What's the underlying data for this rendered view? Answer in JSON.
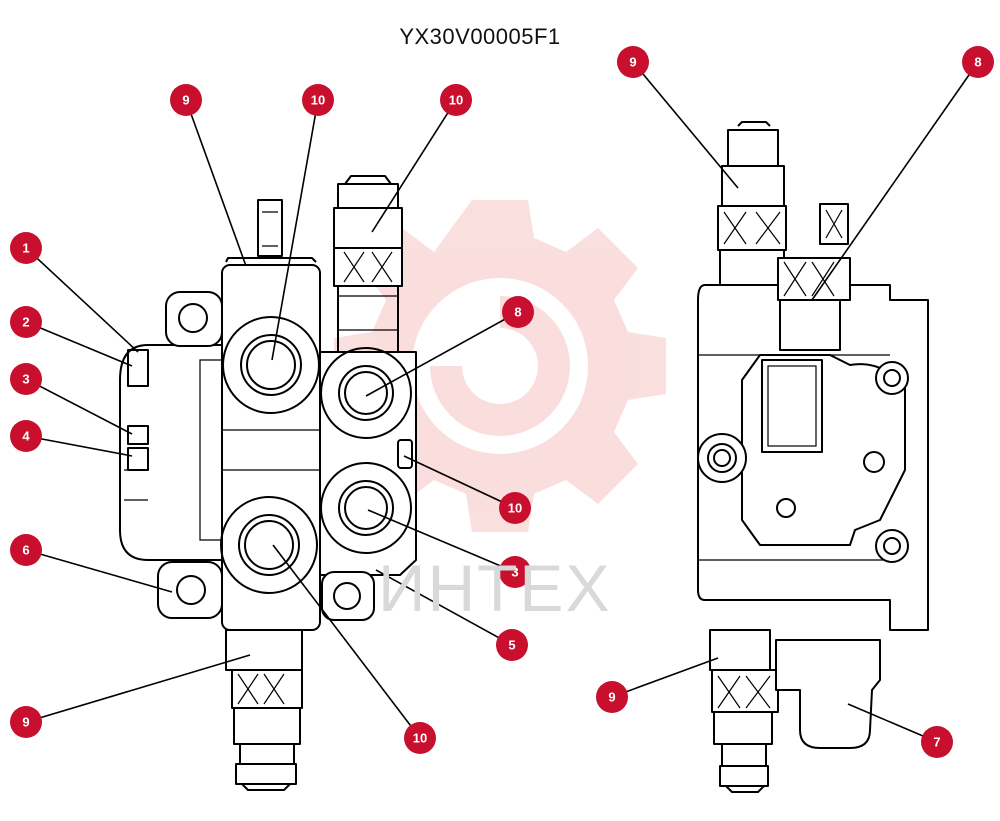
{
  "title": "YX30V00005F1",
  "watermark": {
    "text": "ИНТЕХ",
    "color": "#f2a3a3"
  },
  "callout_color": "#c8102e",
  "callouts": [
    {
      "label": "1"
    },
    {
      "label": "2"
    },
    {
      "label": "3"
    },
    {
      "label": "4"
    },
    {
      "label": "6"
    },
    {
      "label": "9"
    },
    {
      "label": "9"
    },
    {
      "label": "10"
    },
    {
      "label": "10"
    },
    {
      "label": "8"
    },
    {
      "label": "10"
    },
    {
      "label": "3"
    },
    {
      "label": "10"
    },
    {
      "label": "5"
    },
    {
      "label": "9"
    },
    {
      "label": "8"
    },
    {
      "label": "9"
    },
    {
      "label": "7"
    }
  ]
}
